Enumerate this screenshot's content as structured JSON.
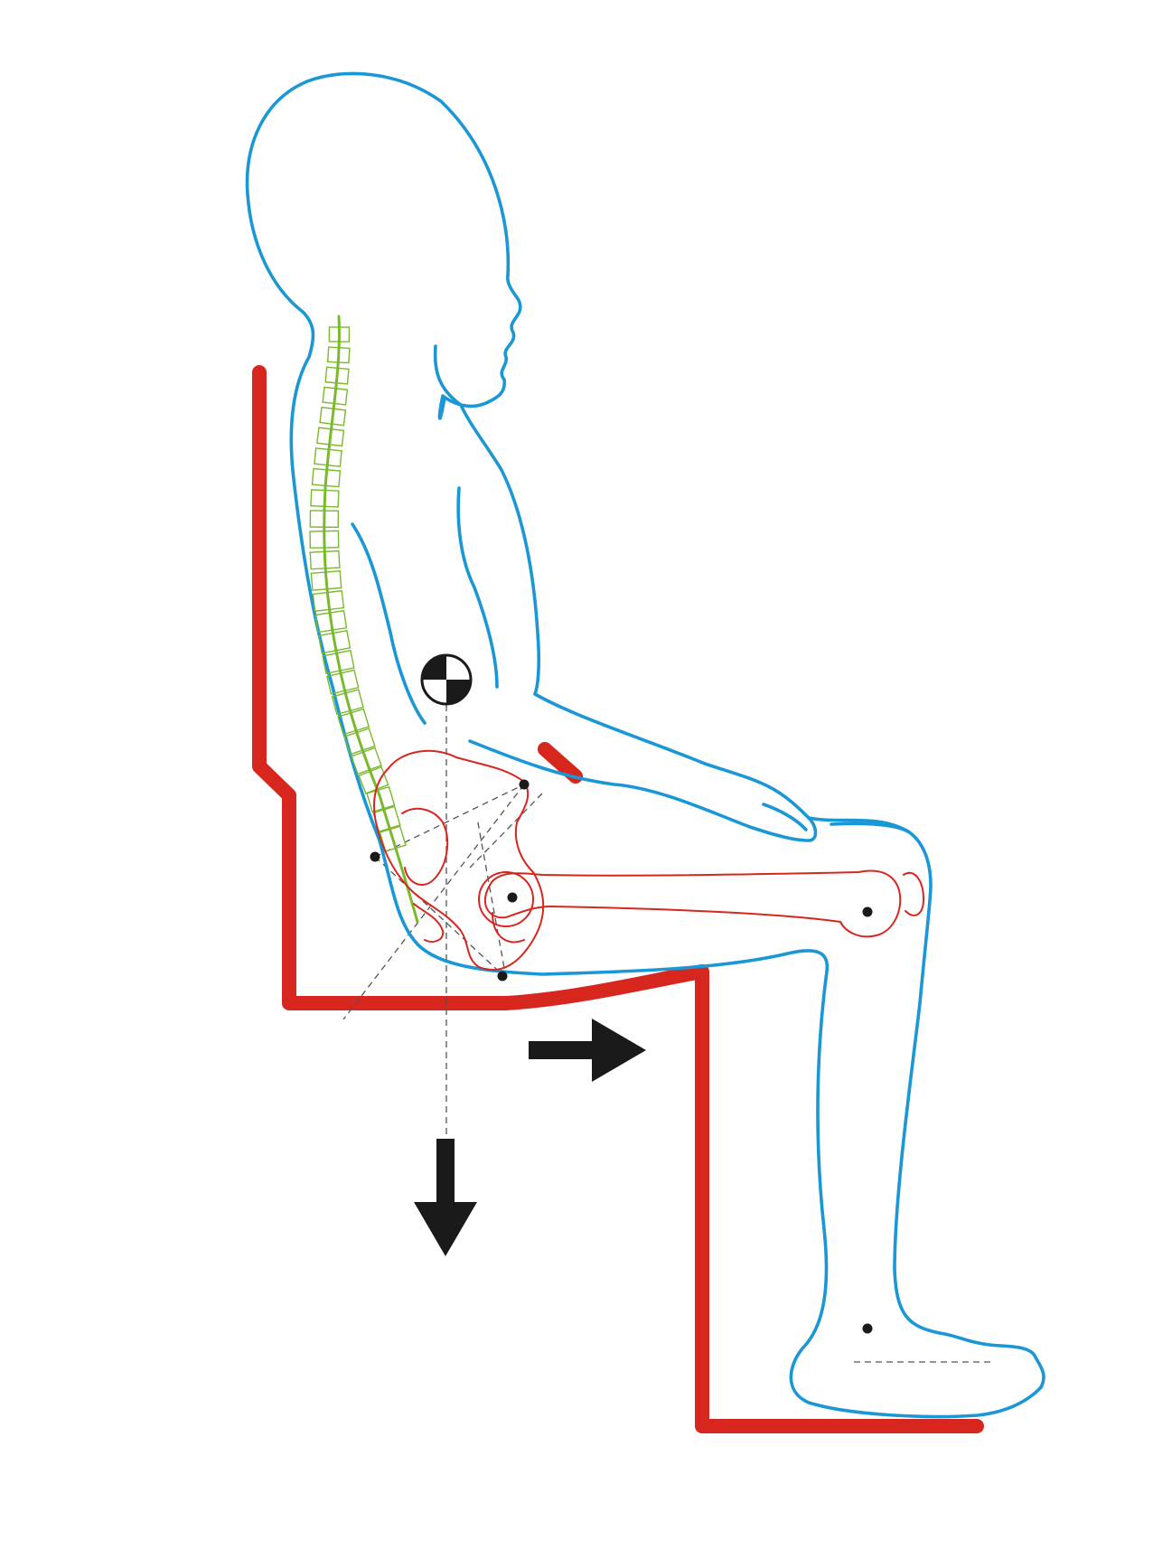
{
  "colors": {
    "body_outline": "#1a97d4",
    "bone": "#d7261e",
    "spine": "#7ab82c",
    "chair": "#d7261e",
    "arrow": "#1a1a1a",
    "guide": "#555555",
    "background": "#ffffff"
  },
  "elements": {
    "figure": "seated-child-silhouette",
    "skeleton": [
      "spine",
      "pelvis",
      "femur",
      "patella"
    ],
    "chair": "seat-with-backrest-and-footrest",
    "support": "pelvic-support-pad",
    "marker": "center-of-gravity-symbol",
    "force_arrows": [
      "down-arrow",
      "right-arrow"
    ]
  }
}
